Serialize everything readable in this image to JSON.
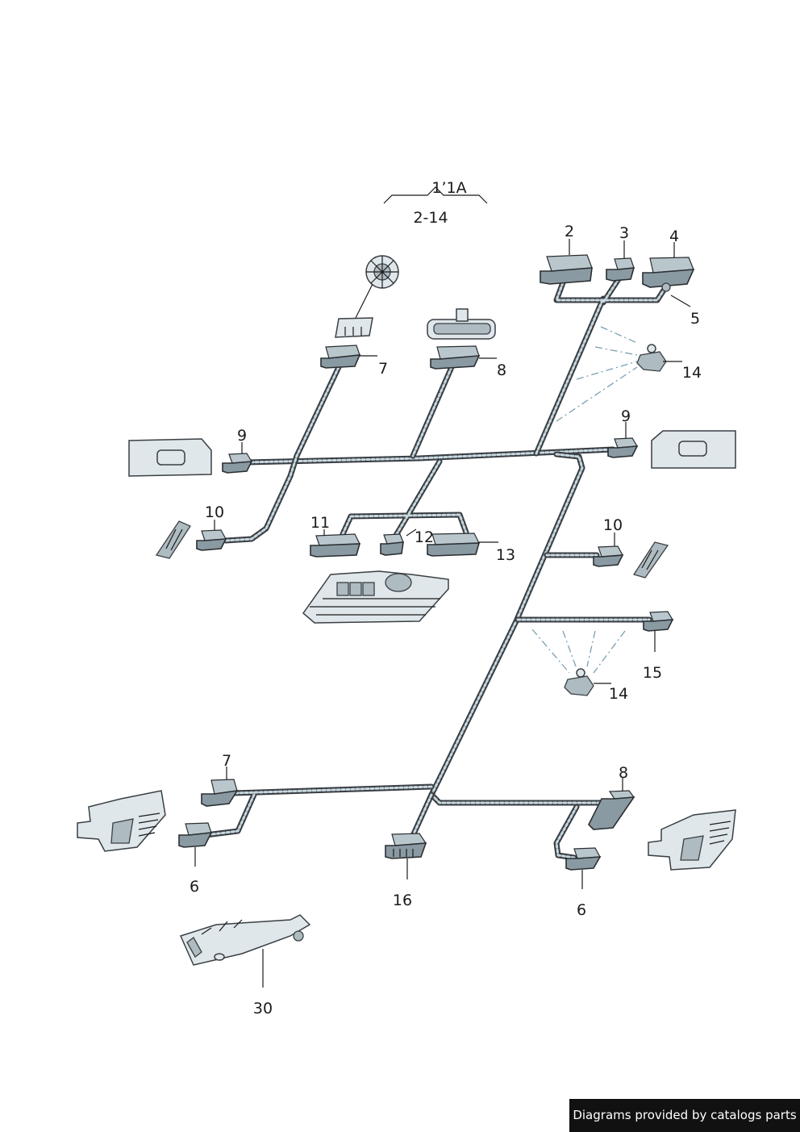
{
  "header": {
    "group_label": "1’1A",
    "range_label": "2-14"
  },
  "callouts": {
    "c2": "2",
    "c3": "3",
    "c4": "4",
    "c5": "5",
    "c7_top": "7",
    "c8_top": "8",
    "c14_top": "14",
    "c9_left": "9",
    "c9_right": "9",
    "c10_left": "10",
    "c10_right": "10",
    "c11": "11",
    "c12": "12",
    "c13": "13",
    "c15": "15",
    "c14_bottom": "14",
    "c7_bottom": "7",
    "c8_bottom": "8",
    "c6_left": "6",
    "c6_right": "6",
    "c16": "16",
    "c30": "30"
  },
  "footer": {
    "credit": "Diagrams provided by catalogs parts"
  }
}
